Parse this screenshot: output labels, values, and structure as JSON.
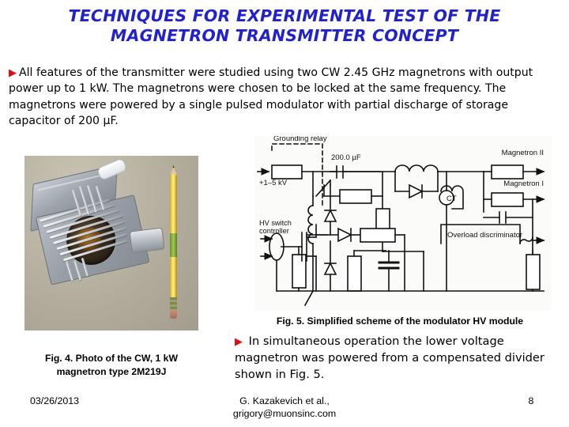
{
  "slide": {
    "title": "TECHNIQUES FOR EXPERIMENTAL TEST OF THE MAGNETRON TRANSMITTER CONCEPT",
    "title_color": "#2222CC",
    "bullet_glyph": "▶",
    "bullet_color": "#E01010"
  },
  "intro": {
    "text": "All features of the transmitter were studied using two CW 2.45 GHz magnetrons with output power up to 1 kW. The magnetrons were chosen to be locked at the same frequency. The magnetrons were powered by a single pulsed modulator with partial discharge of storage capacitor of 200 µF."
  },
  "photo": {
    "caption_line1": "Fig. 4. Photo of the CW, 1 kW",
    "caption_line2": "magnetron type 2M219J",
    "alt": "magnetron-photograph-with-pencil-for-scale"
  },
  "diagram": {
    "caption": "Fig. 5. Simplified scheme of the modulator HV module",
    "labels": {
      "grounding_relay": "Grounding relay",
      "capacitor": "200.0 µF",
      "input_voltage": "+1–5 kV",
      "hv_switch_line1": "HV switch",
      "hv_switch_line2": "controller",
      "current_transformer": "CT",
      "overload_discriminator": "Overload discriminator",
      "magnetron_two": "Magnetron II",
      "magnetron_one": "Magnetron I"
    }
  },
  "lower": {
    "text": "In simultaneous operation the lower voltage magnetron was powered from a compensated divider shown in Fig. 5."
  },
  "footer": {
    "date": "03/26/2013",
    "author_line1": "G. Kazakevich et al.,",
    "author_line2": "grigory@muonsinc.com",
    "page_number": "8"
  }
}
